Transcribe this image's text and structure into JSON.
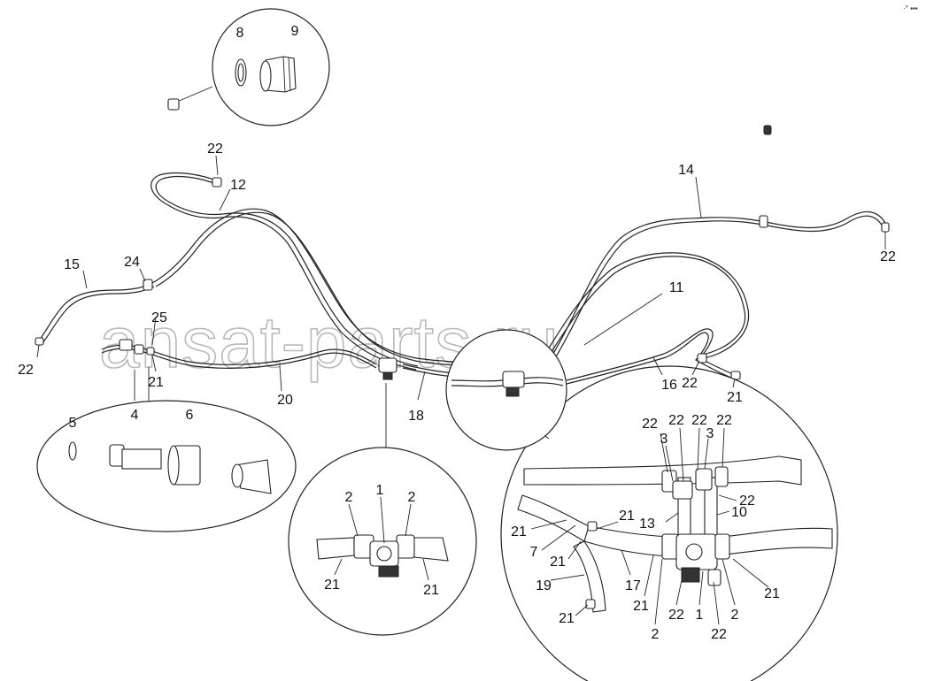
{
  "watermark": "ansat-parts.ru",
  "corner_mark": "·° ▪▪▪",
  "callouts": {
    "c1": "8",
    "c2": "9",
    "c3": "22",
    "c4": "12",
    "c5": "14",
    "c6": "22",
    "c7": "15",
    "c8": "24",
    "c9": "25",
    "c10": "22",
    "c11": "11",
    "c12": "21",
    "c13": "20",
    "c14": "18",
    "c15": "16",
    "c16": "22",
    "c17": "21",
    "c18": "5",
    "c19": "4",
    "c20": "6",
    "c21": "2",
    "c22": "1",
    "c23": "2",
    "c24": "21",
    "c25": "21",
    "c26": "22",
    "c27": "22",
    "c28": "22",
    "c29": "22",
    "c30": "3",
    "c31": "3",
    "c32": "22",
    "c33": "21",
    "c34": "13",
    "c35": "10",
    "c36": "21",
    "c37": "7",
    "c38": "21",
    "c39": "19",
    "c40": "17",
    "c41": "21",
    "c42": "21",
    "c43": "22",
    "c44": "1",
    "c45": "2",
    "c46": "21",
    "c47": "2",
    "c48": "22"
  }
}
